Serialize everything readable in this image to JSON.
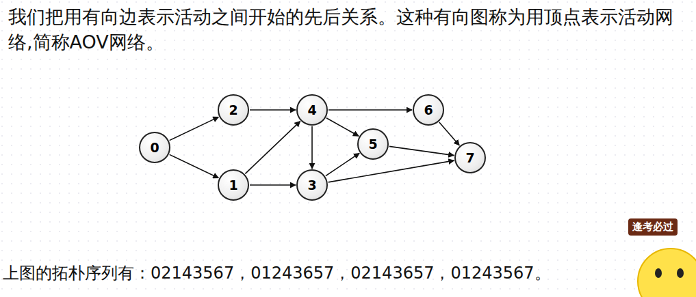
{
  "diagram": {
    "nodes": [
      {
        "text": [
          "0"
        ]
      },
      {
        "text": [
          "2"
        ]
      },
      {
        "text": [
          "1"
        ]
      },
      {
        "text": [
          "4"
        ]
      },
      {
        "text": [
          "3"
        ]
      },
      {
        "text": [
          "5"
        ]
      },
      {
        "text": [
          "6"
        ]
      },
      {
        "text": [
          "7"
        ]
      }
    ],
    "edges": [
      {
        "from": 0,
        "to": 1,
        "arrow": "to"
      },
      {
        "from": 0,
        "to": 2,
        "arrow": "to"
      },
      {
        "from": 1,
        "to": 3,
        "arrow": "to"
      },
      {
        "from": 2,
        "to": 3,
        "arrow": "to"
      },
      {
        "from": 2,
        "to": 4,
        "arrow": "to"
      },
      {
        "from": 3,
        "to": 4,
        "arrow": "to"
      },
      {
        "from": 3,
        "to": 5,
        "arrow": "to"
      },
      {
        "from": 3,
        "to": 6,
        "arrow": "to"
      },
      {
        "from": 4,
        "to": 5,
        "arrow": "to"
      },
      {
        "from": 4,
        "to": 7,
        "arrow": "to"
      },
      {
        "from": 5,
        "to": 7,
        "arrow": "to"
      },
      {
        "from": 6,
        "to": 7,
        "arrow": "to"
      }
    ],
    "labels": [
      "我们把用有向边表示活动之间开始的先后关系。这种有向图称为用顶点表示活动网络,简称AOV网络。",
      "上图的拓朴序列有：02143567，01243657，02143657，01243567。",
      "逢考必过"
    ]
  }
}
